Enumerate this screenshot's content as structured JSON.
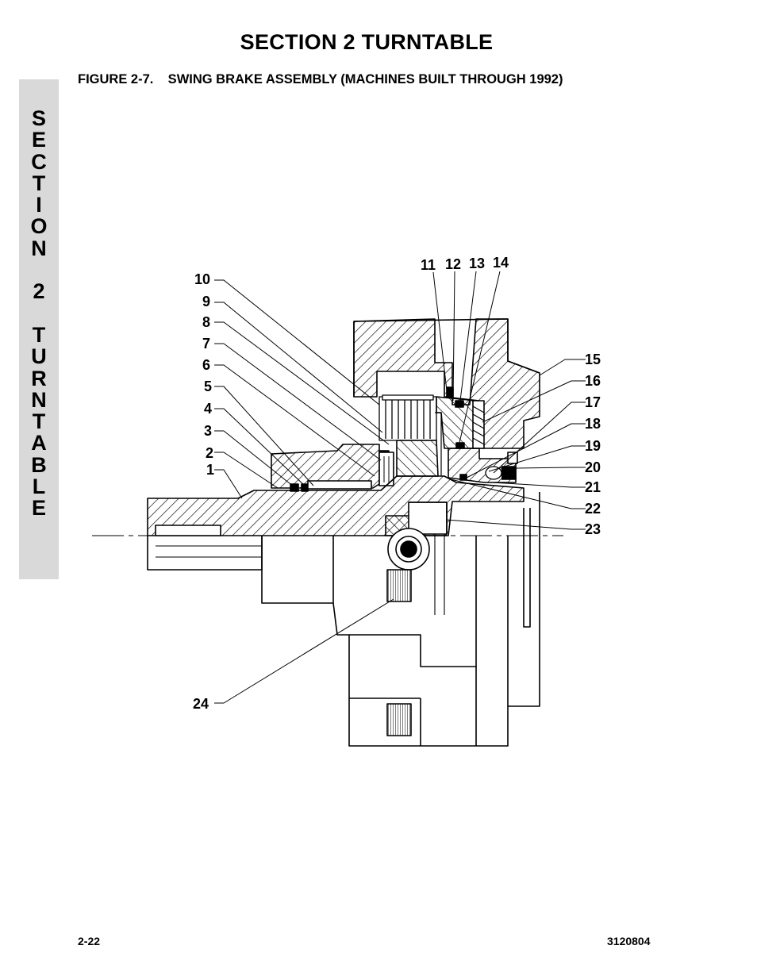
{
  "header": {
    "section_title": "SECTION 2  TURNTABLE",
    "figure_title": "FIGURE 2-7.    SWING BRAKE ASSEMBLY (MACHINES BUILT THROUGH 1992)"
  },
  "side_tab": {
    "letters": [
      "S",
      "E",
      "C",
      "T",
      "I",
      "O",
      "N",
      "",
      "2",
      "",
      "T",
      "U",
      "R",
      "N",
      "T",
      "A",
      "B",
      "L",
      "E"
    ]
  },
  "diagram": {
    "callouts": {
      "c1": "1",
      "c2": "2",
      "c3": "3",
      "c4": "4",
      "c5": "5",
      "c6": "6",
      "c7": "7",
      "c8": "8",
      "c9": "9",
      "c10": "10",
      "c11": "11",
      "c12": "12",
      "c13": "13",
      "c14": "14",
      "c15": "15",
      "c16": "16",
      "c17": "17",
      "c18": "18",
      "c19": "19",
      "c20": "20",
      "c21": "21",
      "c22": "22",
      "c23": "23",
      "c24": "24"
    }
  },
  "footer": {
    "page_number": "2-22",
    "document_number": "3120804"
  }
}
